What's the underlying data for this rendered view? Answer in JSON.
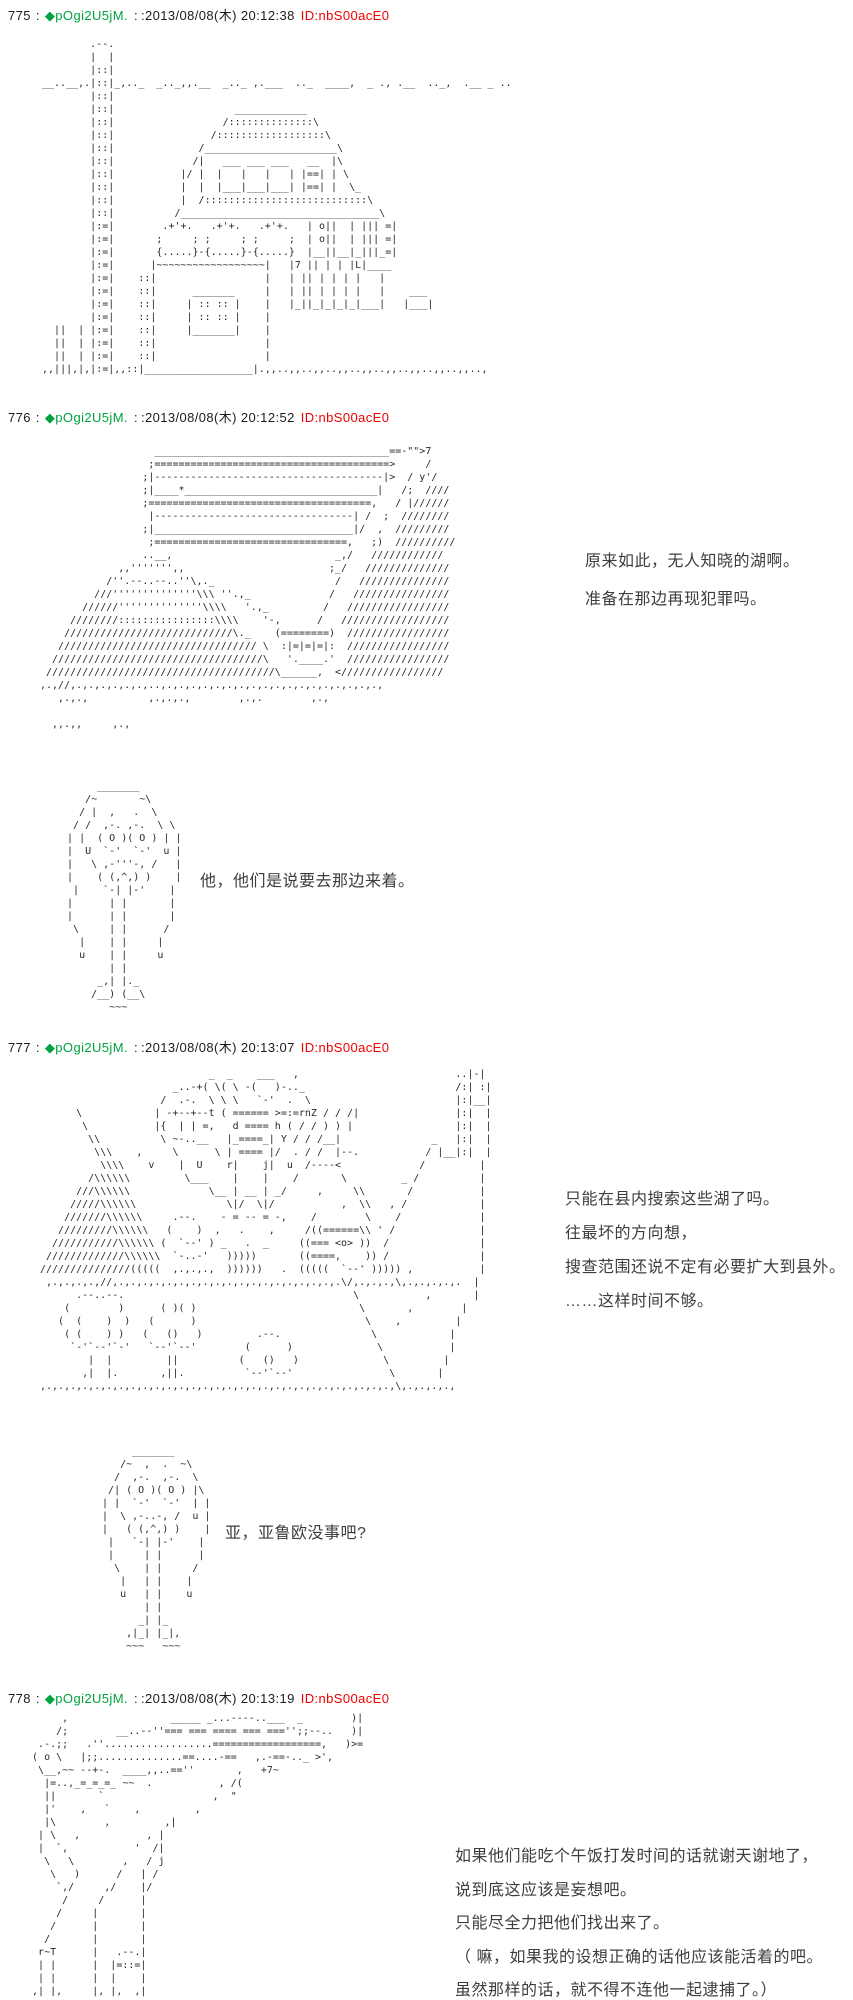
{
  "colors": {
    "page-bg": "#ffffff",
    "header-text": "#1c1c1c",
    "trip-green": "#00a33e",
    "id-red": "#f00000",
    "aa-color": "#2a2a2a",
    "dialogue-color": "#3d3d3d"
  },
  "posts": [
    {
      "number": "775",
      "sep": ":",
      "name": "◆pOgi2U5jM.",
      "datetime": ":2013/08/08(木) 20:12:38",
      "id": "ID:nbS00acE0",
      "aa_house": [
        "         .--.",
        "         |  |",
        "         |::|",
        " __..__,.|::|_,.._  _.._,,.__  _.._ ,.___  .._  ____,  _ ., .__  .._,  .__ _ ..",
        "         |::|",
        "         |::|                    ____________",
        "         |::|                  /::::::::::::::\\",
        "         |::|                /::::::::::::::::::\\",
        "         |::|              /______________________\\",
        "         |::|             /|   ___ ___ ___   __  |\\",
        "         |::|           |/ |  |   |   |   | |==| | \\",
        "         |::|           |  |  |___|___|___| |==| |  \\_",
        "         |::|           |  /:::::::::::::::::::::::::::\\",
        "         |::|          /_________________________________\\",
        "         |:=|        .+'+.   .+'+.   .+'+.   | o||  | ||| =|",
        "         |:=|       ;     ; ;     ; ;     ;  | o||  | ||| =|",
        "         |:=|       {.....}-{.....}-{.....}  |__||__|_|||_=|",
        "         |:=|      |~~~~~~~~~~~~~~~~~~|   |7 || | | |L|____",
        "         |:=|    ::|                  |   | || | | | |   |",
        "         |:=|    ::|      _______     |   | || | | | |   |    ___",
        "         |:=|    ::|     | :: :: |    |   |_||_|_|_|_|___|   |___|",
        "         |:=|    ::|     | :: :: |    |",
        "   ||  | |:=|    ::|     |_______|    |",
        "   ||  | |:=|    ::|                  |",
        "   ||  | |:=|    ::|                  |",
        " ,,|||,|,|:=|,,::|__________________|.,,..,,..,,..,,..,,..,,..,,..,,..,,..,"
      ]
    },
    {
      "number": "776",
      "sep": ":",
      "name": "◆pOgi2U5jM.",
      "datetime": ":2013/08/08(木) 20:12:52",
      "id": "ID:nbS00acE0",
      "aa_lake": [
        "                   _______________________________________==-\"\">7",
        "                  ;=======================================>     /",
        "                 ;|--------------------------------------|>  / y'/",
        "                 ;|____*________________________________|   /;  ////",
        "                 ;=====================================,   / |//////",
        "                  |---------------------------------| /  ;  ////////",
        "                 ;|_________________________________|/  ,  /////////",
        "                  ;================================,   ;)  //////////",
        "                 ..__,                           _,/   ////////////",
        "             ,,''''''',,                        ;_/   //////////////",
        "           /''.--..--..''\\,._                    /   ///////////////",
        "         ///''''''''''''''\\\\\\ ''.,_             /   ////////////////",
        "       //////''''''''''''''\\\\\\\\   '.,_         /   /////////////////",
        "     ////////::::::::::::::::\\\\\\\\    '-,      /   //////////////////",
        "    ////////////////////////////\\._    (========)  /////////////////",
        "   ///////////////////////////////// \\  :|=|=|=|:  /////////////////",
        "  ///////////////////////////////////\\   '.____.'  /////////////////",
        " //////////////////////////////////////\\______,  </////////////////",
        ",.,//,.,.,.,.,.,.,..,.,.,.,.,.,.,.,.,.,.,.,.,.,.,.,.,.,.,",
        "   ,.,.,          ,.,.,.,        ,.,.        ,.,",
        "",
        "  ,,.,,     ,.,"
      ],
      "dialogue_lake": [
        "原来如此，无人知晓的湖啊。",
        "准备在那边再现犯罪吗。"
      ],
      "aa_figure": [
        "       _______",
        "     /~       ~\\",
        "    / |  ,   .  \\",
        "   / /  ,-. ,-.  \\ \\",
        "  | |  ( O )( O ) | |",
        "  |  U  `-'  `-'  u |",
        "  |   \\ ,-'''-, /   |",
        "  |    ( (,^,) )    |",
        "   |    `-| |-'    |",
        "  |      | |       |",
        "  |      | |       |",
        "   \\     | |      /",
        "    |    | |     |",
        "    u    | |     u",
        "         | |",
        "       _,| |._",
        "      /__) (__\\",
        "         ~~~"
      ],
      "dialogue_figure": [
        "他，他们是说要去那边来着。"
      ]
    },
    {
      "number": "777",
      "sep": ":",
      "name": "◆pOgi2U5jM.",
      "datetime": ":2013/08/08(木) 20:13:07",
      "id": "ID:nbS00acE0",
      "aa_scene": [
        "                            _  _    ___   ,                          ..|-|",
        "                      _..-+( \\( \\ -(   )-.._                         /:| :|",
        "                    /  .-.  \\ \\ \\   `-'  .  \\                        |:|__|",
        "      \\            | -+--+--t ( ====== >=:=rnZ / / /|                |:|  |",
        "       \\           |{  | | =,   d ==== h ( / / ) ) |                 |:|  |",
        "        \\\\          \\ ~-..__   |_====_| Y / / /__|               _   |:|  |",
        "         \\\\\\    ,     \\      \\ | ==== |/  . / /  |--.           / |__|:|  |",
        "          \\\\\\\\    v    |  U    r|    j|  u  /----<             /         |",
        "        /\\\\\\\\\\\\         \\___    |    |    /       \\         _ /          |",
        "      ///\\\\\\\\\\\\             \\__ | __ | _/     ,     \\\\       /           |",
        "     /////\\\\\\\\\\\\               \\|/  \\|/           ,  \\\\   , /            |",
        "    ///////\\\\\\\\\\\\     .--.    - = -- = -,    /        \\    /             |",
        "   /////////\\\\\\\\\\\\   (    )  ,   .    ,     /((======\\\\ ' /              |",
        "  ///////////\\\\\\\\\\\\ (  `--' ) _   .  _     ((=== <o> ))  /               |",
        " /////////////\\\\\\\\\\\\  `-..-'   )))))       ((====,    )) /               |",
        "///////////////(((((  ,.,.,.,  ))))))   .  (((((  `--' ))))) ,           |",
        " ,.,.,.,.,//,.,.,.,.,.,.,.,.,.,.,.,.,.,.,.,.,.,.,.\\/,.,.,.,\\,.,.,.,.,.  |",
        "      .--..--.                                      \\           ,       |",
        "    (        )      ( )( )                           \\       ,        |",
        "   (  (    )  )   (      )                            \\    ,         |",
        "    ( (    ) )   (   ()   )         .--.               \\            |",
        "     `-'`--'`-'   `--'`--'        (      )              \\           |",
        "        |  |         ||          (   ()   )              \\         |",
        "       ,|  |.       ,||.          `--'`--'                \\       |",
        ",.,.,.,.,.,.,.,.,.,.,.,.,.,.,.,.,.,.,.,.,.,.,.,.,.,.,.,.,.,\\,.,.,.,.,"
      ],
      "dialogue_scene": [
        "只能在县内搜索这些湖了吗。",
        "往最坏的方向想，",
        "搜查范围还说不定有必要扩大到县外。",
        "……这样时间不够。"
      ],
      "aa_figure": [
        "       _______",
        "     /~  ,  .  ~\\",
        "    /  ,-.  ,-.  \\",
        "   /| ( O )( O ) |\\",
        "  | |  `-'  `-'  | |",
        "  |  \\ ,-..-, /  u |",
        "  |   ( (,^,) )    |",
        "   |   `-| |-'    |",
        "   |     | |      |",
        "    \\    | |     /",
        "     |   | |    |",
        "     u   | |    u",
        "         | |",
        "        _| |_",
        "      ,|_| |_|,",
        "      ~~~   ~~~"
      ],
      "dialogue_figure": [
        "亚，亚鲁欧没事吧?"
      ]
    },
    {
      "number": "778",
      "sep": ":",
      "name": "◆pOgi2U5jM.",
      "datetime": ":2013/08/08(木) 20:13:19",
      "id": "ID:nbS00acE0",
      "aa_scene": [
        "       ,                 _____ _...----..___  _        )|",
        "      /;        __..--''=== === ==== === ==='';;--..   )|",
        "   .-.;;   .''..................==================,   )>=",
        "  ( o \\   |;;..............==....-==   ,.-==-.._ >',",
        "   \\__,~~ --+-.  ____,,..==''       ,   +7~",
        "    |=..,_=_=_=_ ~~  .           , /(",
        "    ||       `                  ,  \"",
        "    |'    ,   `    ,         ,",
        "    |\\        ,         ,|",
        "   | \\   ,           , |",
        "   |  `,           '  /|",
        "    \\   \\        ,   / j",
        "     \\   )      /   | /",
        "      `,/     ,/    |/",
        "       /     /      |",
        "      /     |       |",
        "     /      |       |",
        "    /       |       |",
        "   r~T      |   .--.|",
        "   | |      |  |=::=|",
        "   | |      |  |    |",
        "  ,| |,     |, |,  ,|"
      ],
      "dialogue_scene": [
        "如果他们能吃个午饭打发时间的话就谢天谢地了，",
        "说到底这应该是妄想吧。",
        "只能尽全力把他们找出来了。",
        "（ 嘛，如果我的设想正确的话他应该能活着的吧。",
        "虽然那样的话，就不得不连他一起逮捕了。）"
      ]
    }
  ]
}
